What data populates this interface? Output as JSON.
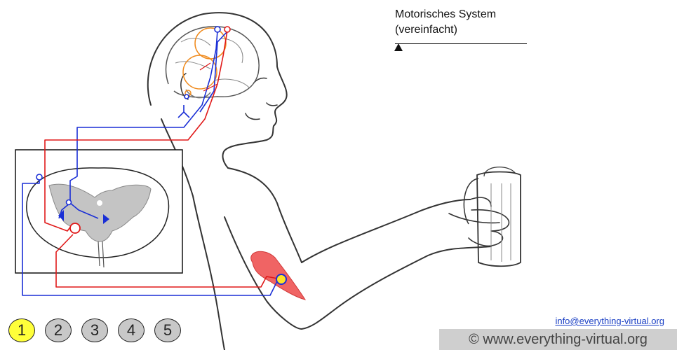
{
  "title": {
    "line1": "Motorisches System",
    "line2": "(vereinfacht)"
  },
  "steps": [
    {
      "label": "1",
      "active": true
    },
    {
      "label": "2",
      "active": false
    },
    {
      "label": "3",
      "active": false
    },
    {
      "label": "4",
      "active": false
    },
    {
      "label": "5",
      "active": false
    }
  ],
  "footer": {
    "email": "info@everything-virtual.org",
    "copyright": "© www.everything-virtual.org"
  },
  "colors": {
    "motor_pathway": "#e01818",
    "sensory_pathway": "#1a2fd6",
    "brain_areas": "#f08a1c",
    "muscle": "#f06464",
    "gray_matter": "#c4c4c4",
    "step_active": "#ffff3a",
    "step_inactive": "#c8c8c8"
  }
}
